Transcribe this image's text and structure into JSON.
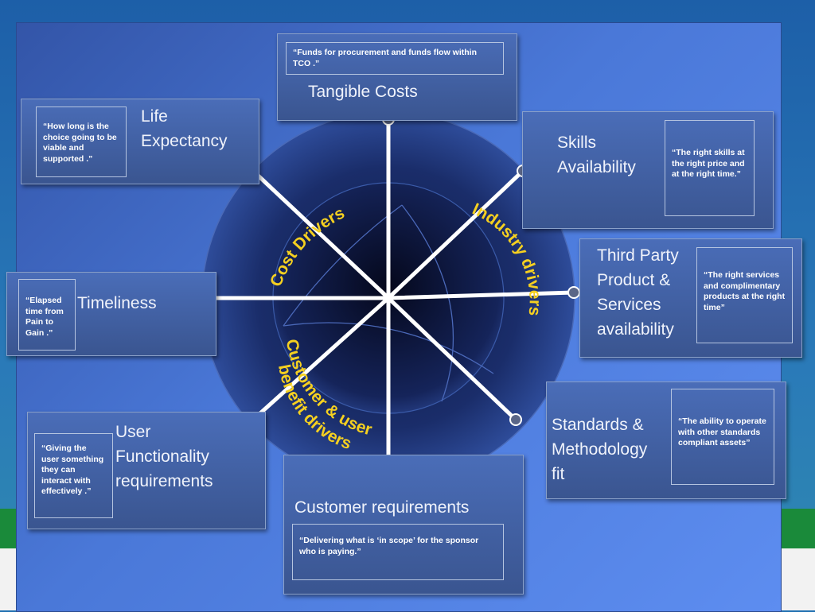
{
  "colors": {
    "background": "#1e6fb0",
    "panel": "#4a78d8",
    "box": "#4262a8",
    "circle": "#1c2d66",
    "segment_label": "#f5d020",
    "spoke": "#ffffff"
  },
  "segments": {
    "cost": "Cost  Drivers",
    "industry": "Industry drivers",
    "customer_line1": "Customer & user",
    "customer_line2": "benefit drivers"
  },
  "nodes": {
    "tangible_costs": {
      "title": "Tangible Costs",
      "quote": "“Funds for procurement and funds flow within TCO .”"
    },
    "skills": {
      "title_line1": "Skills",
      "title_line2": "Availability",
      "quote": "“The right skills at the right price and at the right time.”"
    },
    "third_party": {
      "title_line1": "Third Party",
      "title_line2": "Product &",
      "title_line3": "Services",
      "title_line4": "availability",
      "quote": "“The right services and complimentary products at the right time”"
    },
    "standards": {
      "title_line1": "Standards &",
      "title_line2": "Methodology",
      "title_line3": "fit",
      "quote": "“The ability to operate with other standards compliant assets”"
    },
    "customer_req": {
      "title": "Customer requirements",
      "quote": "“Delivering what is ‘in scope’ for the sponsor who is paying.”"
    },
    "user_func": {
      "title_line1": "User",
      "title_line2": "Functionality",
      "title_line3": "requirements",
      "quote": "“Giving the user something they can interact with effectively .”"
    },
    "timeliness": {
      "title": "Timeliness",
      "quote": "“Elapsed time from Pain to Gain .”"
    },
    "life": {
      "title_line1": "Life",
      "title_line2": "Expectancy",
      "quote": "“How long is the choice going to be viable and supported .”"
    }
  }
}
